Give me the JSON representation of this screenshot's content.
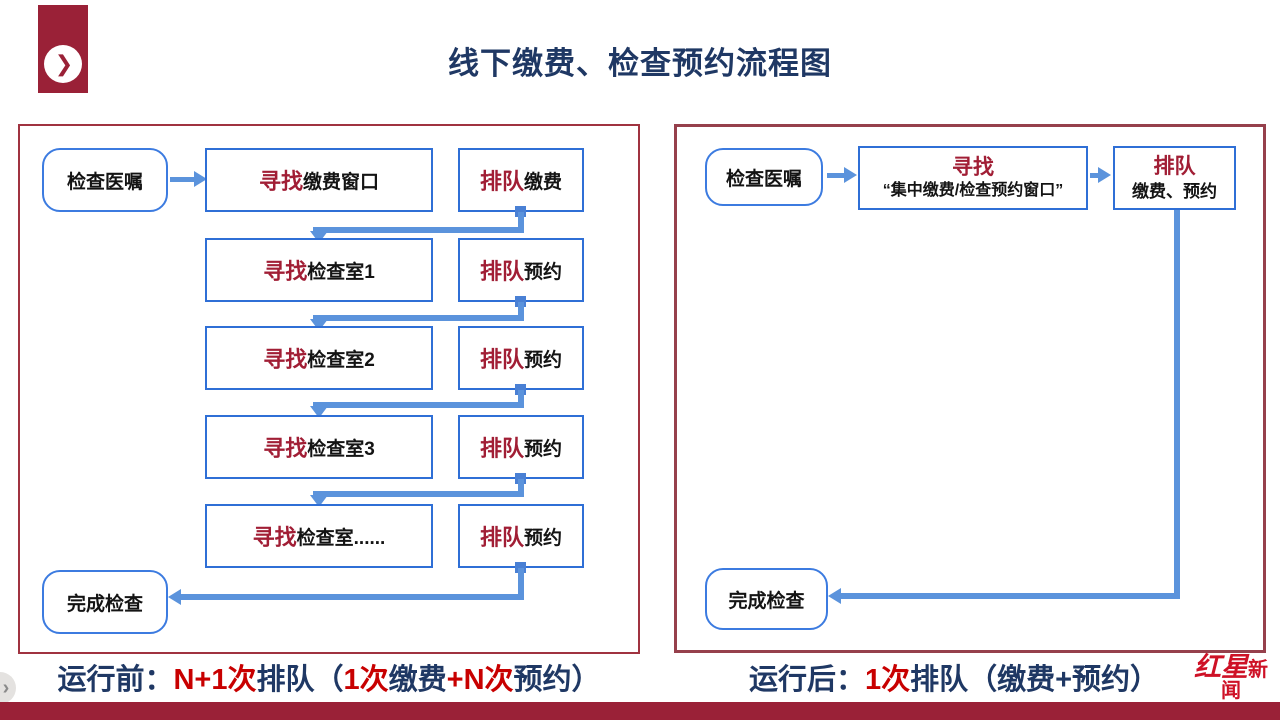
{
  "title": "线下缴费、检查预约流程图",
  "colors": {
    "maroon": "#9A2137",
    "panel_border": "#A03340",
    "navy": "#1F3864",
    "caption_red": "#C80000",
    "keyword_red": "#A11E35",
    "box_border_blue": "#2F6FD6",
    "arrow_blue": "#5B93DC"
  },
  "left_panel": {
    "start": "检查医嘱",
    "rows": [
      {
        "find_keyword": "寻找",
        "find_text": "缴费窗口",
        "queue_keyword": "排队",
        "queue_text": "缴费"
      },
      {
        "find_keyword": "寻找",
        "find_text": "检查室1",
        "queue_keyword": "排队",
        "queue_text": "预约"
      },
      {
        "find_keyword": "寻找",
        "find_text": "检查室2",
        "queue_keyword": "排队",
        "queue_text": "预约"
      },
      {
        "find_keyword": "寻找",
        "find_text": "检查室3",
        "queue_keyword": "排队",
        "queue_text": "预约"
      },
      {
        "find_keyword": "寻找",
        "find_text": "检查室......",
        "queue_keyword": "排队",
        "queue_text": "预约"
      }
    ],
    "end": "完成检查",
    "caption": {
      "label": "运行前：",
      "highlight1": "N+1次",
      "text1": "排队（",
      "highlight2": "1次",
      "text2": "缴费",
      "highlight3": "+N次",
      "text3": "预约）"
    }
  },
  "right_panel": {
    "start": "检查医嘱",
    "find": {
      "keyword": "寻找",
      "subtext": "“集中缴费/检查预约窗口”"
    },
    "queue": {
      "keyword": "排队",
      "subtext": "缴费、预约"
    },
    "end": "完成检查",
    "caption": {
      "label": "运行后：",
      "highlight1": "1次",
      "text1": "排队（缴费+预约）"
    }
  },
  "logo": {
    "part1": "红星",
    "part2": "新闻"
  }
}
